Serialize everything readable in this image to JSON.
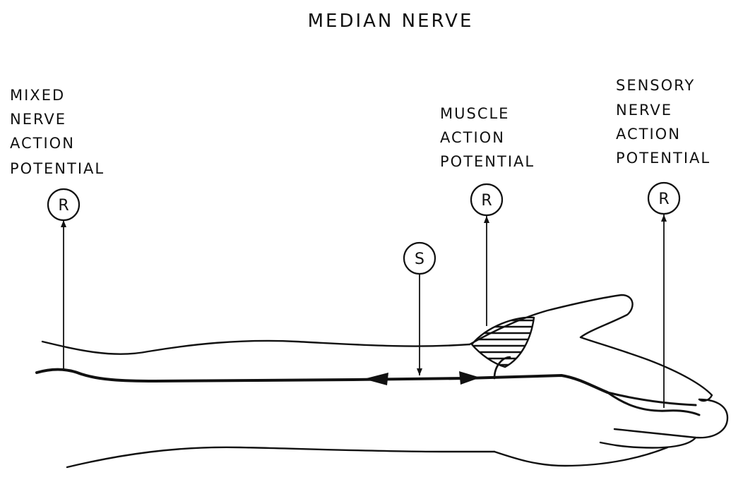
{
  "title": "MEDIAN NERVE",
  "labels": {
    "mixed": [
      "MIXED",
      "NERVE",
      "ACTION",
      "POTENTIAL"
    ],
    "muscle": [
      "MUSCLE",
      "ACTION",
      "POTENTIAL"
    ],
    "sensory": [
      "SENSORY",
      "NERVE",
      "ACTION",
      "POTENTIAL"
    ]
  },
  "electrodes": {
    "recording_mixed": "R",
    "stimulus": "S",
    "recording_muscle": "R",
    "recording_sensory": "R"
  }
}
